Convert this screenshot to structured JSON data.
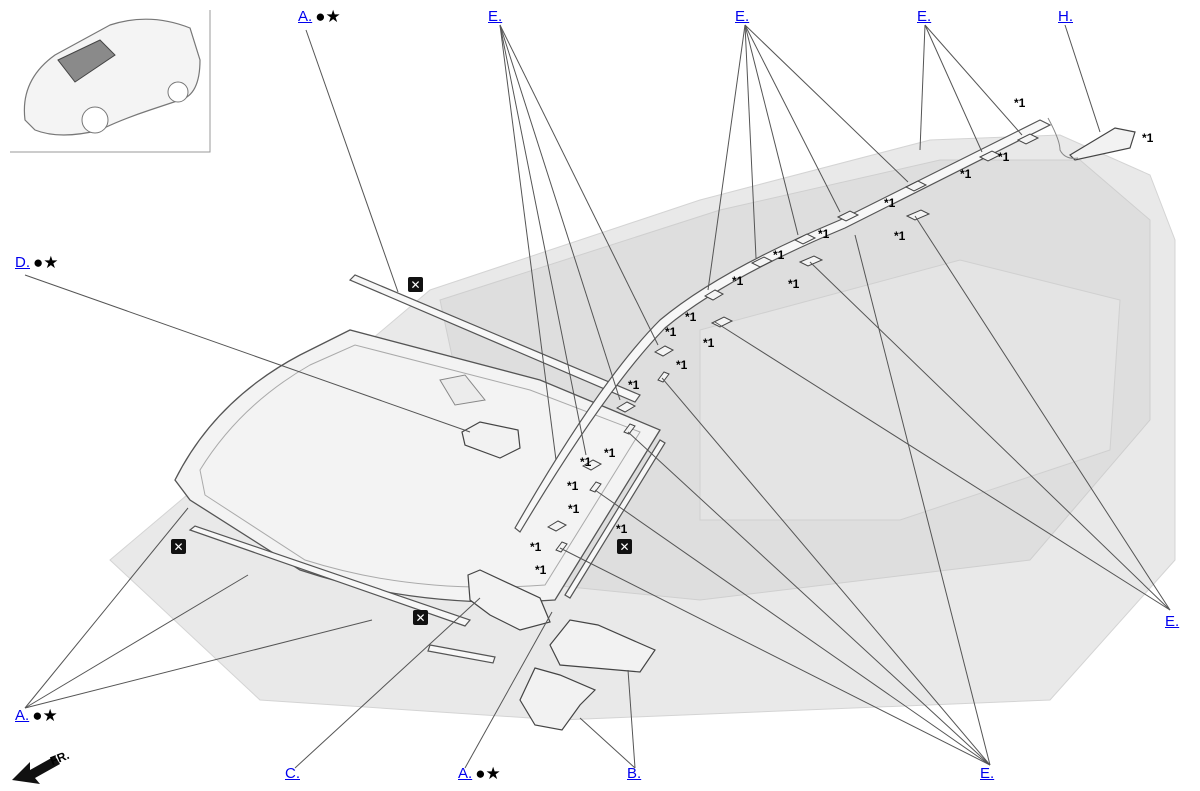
{
  "callouts": {
    "a_top": {
      "text": "A.",
      "symbols": "●★"
    },
    "d": {
      "text": "D.",
      "symbols": "●★"
    },
    "a_left": {
      "text": "A.",
      "symbols": "●★"
    },
    "a_bottom": {
      "text": "A.",
      "symbols": "●★"
    },
    "b": {
      "text": "B."
    },
    "c": {
      "text": "C."
    },
    "e_top1": {
      "text": "E."
    },
    "e_top2": {
      "text": "E."
    },
    "e_top3": {
      "text": "E."
    },
    "e_right": {
      "text": "E."
    },
    "e_bottom": {
      "text": "E."
    },
    "h": {
      "text": "H."
    }
  },
  "star_note": "*1",
  "reuse_mark": "✕",
  "front_label": "FR.",
  "icons": {
    "no_reuse": "x-box-icon",
    "front_arrow": "front-arrow-icon",
    "vehicle": "vehicle-locator-icon"
  },
  "colors": {
    "link": "#0000ee",
    "car_silhouette": "#e6e6e6",
    "line": "#555555"
  }
}
